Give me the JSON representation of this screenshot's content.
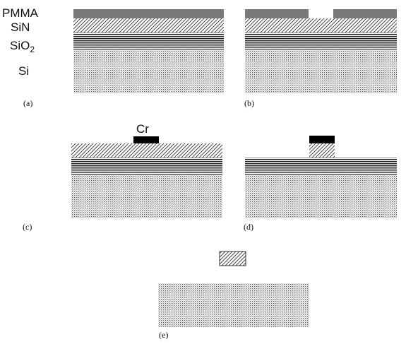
{
  "labels": {
    "pmma": "PMMA",
    "sin": "SiN",
    "sio2_base": "SiO",
    "sio2_sub": "2",
    "si": "Si",
    "cr": "Cr"
  },
  "panels": {
    "a": "(a)",
    "b": "(b)",
    "c": "(c)",
    "d": "(d)",
    "e": "(e)"
  },
  "colors": {
    "pmma": "#7a7a7a",
    "chromium": "#000000",
    "hatch": "#333333",
    "oxide_line": "#222222",
    "silicon_dot": "#555555"
  }
}
